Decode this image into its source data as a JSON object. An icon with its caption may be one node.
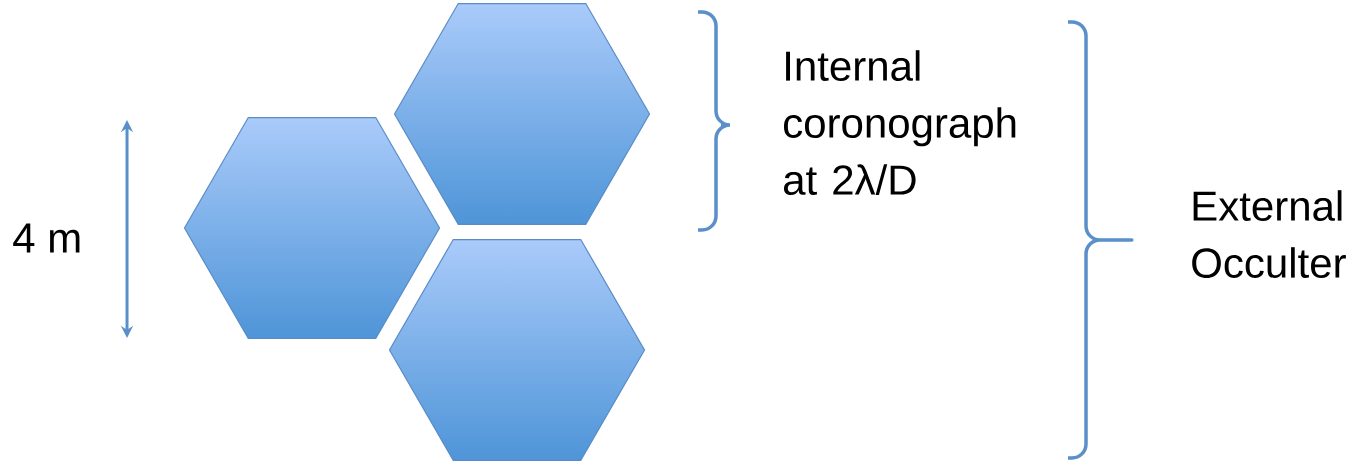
{
  "diagram": {
    "nodes": [
      {
        "text": [],
        "shape": "hexagon"
      },
      {
        "text": [],
        "shape": "hexagon"
      },
      {
        "text": [],
        "shape": "hexagon"
      }
    ],
    "labels": [
      "4 m",
      "Internal coronograph at 2λ/D",
      "External Occulter"
    ]
  }
}
